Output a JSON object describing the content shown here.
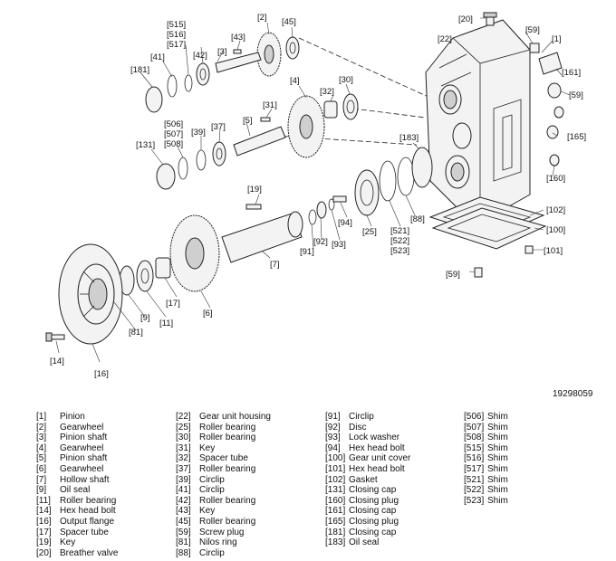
{
  "doc_number": "19298059",
  "callouts": {
    "c1": "[1]",
    "c2": "[2]",
    "c3": "[3]",
    "c4": "[4]",
    "c5": "[5]",
    "c6": "[6]",
    "c7": "[7]",
    "c9": "[9]",
    "c11": "[11]",
    "c14": "[14]",
    "c16": "[16]",
    "c17": "[17]",
    "c19": "[19]",
    "c20": "[20]",
    "c22": "[22]",
    "c25": "[25]",
    "c30": "[30]",
    "c31": "[31]",
    "c32": "[32]",
    "c37": "[37]",
    "c39": "[39]",
    "c41": "[41]",
    "c42": "[42]",
    "c43": "[43]",
    "c45": "[45]",
    "c59a": "[59]",
    "c59b": "[59]",
    "c59c": "[59]",
    "c81": "[81]",
    "c88": "[88]",
    "c91": "[91]",
    "c92": "[92]",
    "c93": "[93]",
    "c94": "[94]",
    "c100": "[100]",
    "c101": "[101]",
    "c102": "[102]",
    "c131": "[131]",
    "c160": "[160]",
    "c161": "[161]",
    "c165": "[165]",
    "c181": "[181]",
    "c183": "[183]",
    "c506": "[506]",
    "c507": "[507]",
    "c508": "[508]",
    "c515": "[515]",
    "c516": "[516]",
    "c517": "[517]",
    "c521": "[521]",
    "c522": "[522]",
    "c523": "[523]"
  },
  "legend": [
    [
      {
        "num": "[1]",
        "name": "Pinion"
      },
      {
        "num": "[2]",
        "name": "Gearwheel"
      },
      {
        "num": "[3]",
        "name": "Pinion shaft"
      },
      {
        "num": "[4]",
        "name": "Gearwheel"
      },
      {
        "num": "[5]",
        "name": "Pinion shaft"
      },
      {
        "num": "[6]",
        "name": "Gearwheel"
      },
      {
        "num": "[7]",
        "name": "Hollow shaft"
      },
      {
        "num": "[9]",
        "name": "Oil seal"
      },
      {
        "num": "[11]",
        "name": "Roller bearing"
      },
      {
        "num": "[14]",
        "name": "Hex head bolt"
      },
      {
        "num": "[16]",
        "name": "Output flange"
      },
      {
        "num": "[17]",
        "name": "Spacer tube"
      },
      {
        "num": "[19]",
        "name": "Key"
      },
      {
        "num": "[20]",
        "name": "Breather valve"
      }
    ],
    [
      {
        "num": "[22]",
        "name": "Gear unit housing"
      },
      {
        "num": "[25]",
        "name": "Roller bearing"
      },
      {
        "num": "[30]",
        "name": "Roller bearing"
      },
      {
        "num": "[31]",
        "name": "Key"
      },
      {
        "num": "[32]",
        "name": "Spacer tube"
      },
      {
        "num": "[37]",
        "name": "Roller bearing"
      },
      {
        "num": "[39]",
        "name": "Circlip"
      },
      {
        "num": "[41]",
        "name": "Circlip"
      },
      {
        "num": "[42]",
        "name": "Roller bearing"
      },
      {
        "num": "[43]",
        "name": "Key"
      },
      {
        "num": "[45]",
        "name": "Roller bearing"
      },
      {
        "num": "[59]",
        "name": "Screw plug"
      },
      {
        "num": "[81]",
        "name": "Nilos ring"
      },
      {
        "num": "[88]",
        "name": "Circlip"
      }
    ],
    [
      {
        "num": "[91]",
        "name": "Circlip"
      },
      {
        "num": "[92]",
        "name": "Disc"
      },
      {
        "num": "[93]",
        "name": "Lock washer"
      },
      {
        "num": "[94]",
        "name": "Hex head bolt"
      },
      {
        "num": "[100]",
        "name": "Gear unit cover"
      },
      {
        "num": "[101]",
        "name": "Hex head bolt"
      },
      {
        "num": "[102]",
        "name": "Gasket"
      },
      {
        "num": "[131]",
        "name": "Closing cap"
      },
      {
        "num": "[160]",
        "name": "Closing plug"
      },
      {
        "num": "[161]",
        "name": "Closing cap"
      },
      {
        "num": "[165]",
        "name": "Closing plug"
      },
      {
        "num": "[181]",
        "name": "Closing cap"
      },
      {
        "num": "[183]",
        "name": "Oil seal"
      }
    ],
    [
      {
        "num": "[506]",
        "name": "Shim"
      },
      {
        "num": "[507]",
        "name": "Shim"
      },
      {
        "num": "[508]",
        "name": "Shim"
      },
      {
        "num": "[515]",
        "name": "Shim"
      },
      {
        "num": "[516]",
        "name": "Shim"
      },
      {
        "num": "[517]",
        "name": "Shim"
      },
      {
        "num": "[521]",
        "name": "Shim"
      },
      {
        "num": "[522]",
        "name": "Shim"
      },
      {
        "num": "[523]",
        "name": "Shim"
      }
    ]
  ]
}
